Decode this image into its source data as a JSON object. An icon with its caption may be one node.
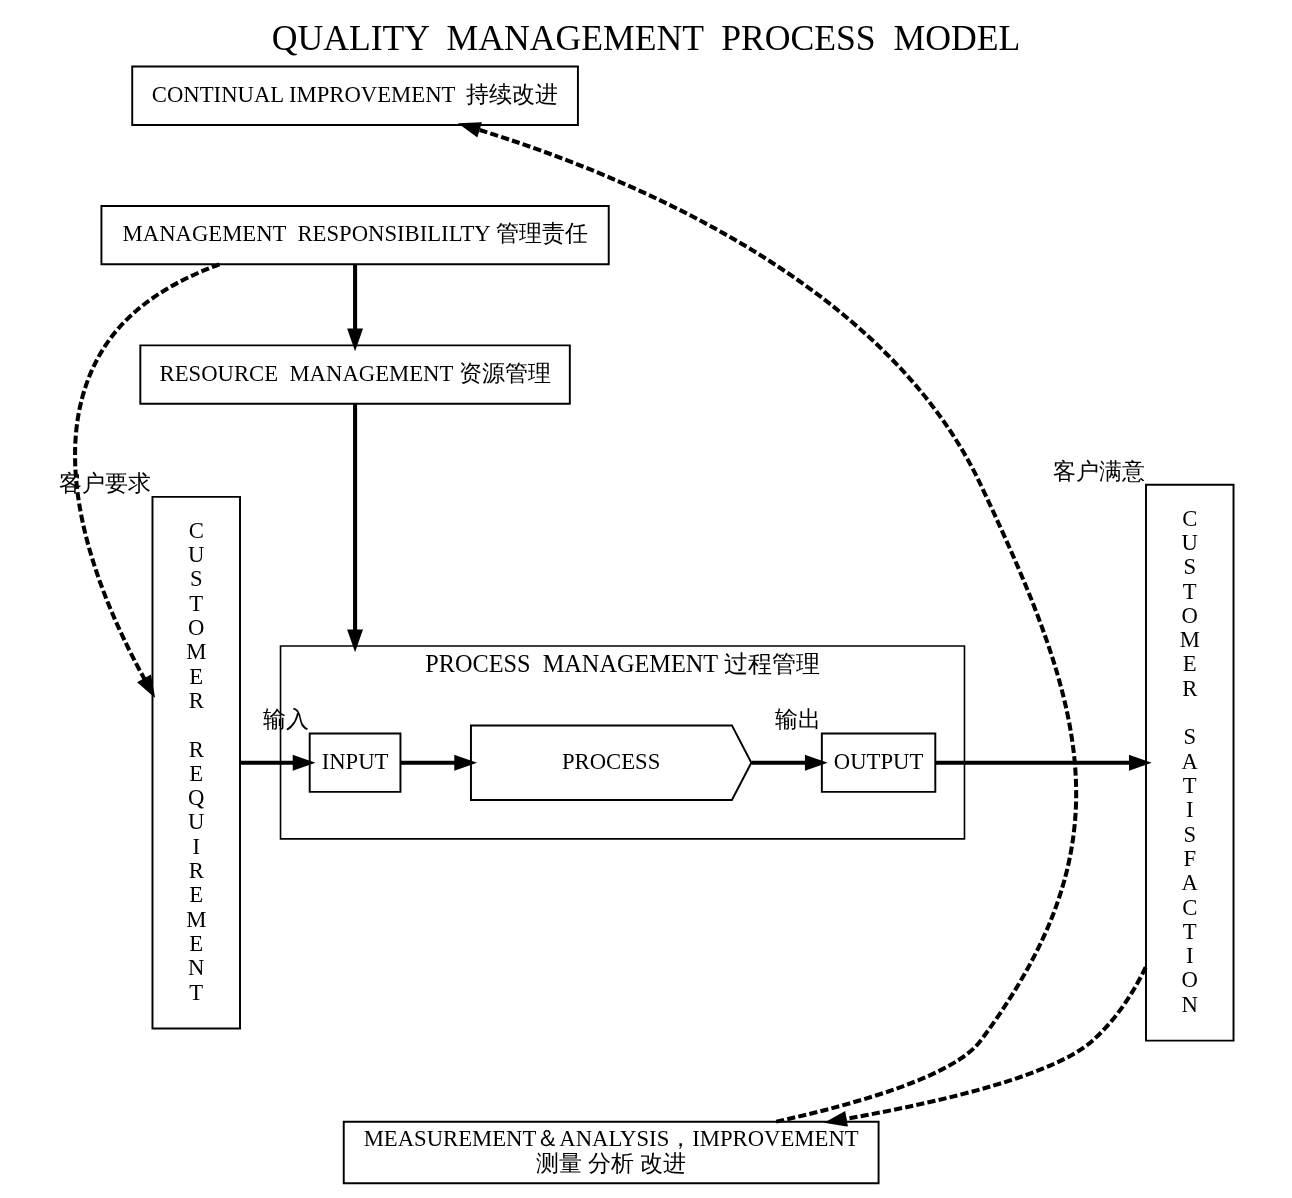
{
  "diagram": {
    "title": "QUALITY  MANAGEMENT  PROCESS  MODEL",
    "nodes": [
      {
        "text": [
          "CONTINUAL IMPROVEMENT  持续改进"
        ]
      },
      {
        "text": [
          "CUSTOMER REQUIREMENT"
        ],
        "beside": [
          "客户要求"
        ]
      },
      {
        "text": [
          "MANAGEMENT  RESPONSIBILILTY 管理责任"
        ]
      },
      {
        "text": [
          "RESOURCE  MANAGEMENT 资源管理"
        ]
      },
      {
        "text": [
          "PROCESS  MANAGEMENT 过程管理"
        ]
      },
      {
        "text": [
          "INPUT"
        ],
        "beside": [
          "输入"
        ],
        "in": 4
      },
      {
        "text": [
          "PROCESS"
        ],
        "in": 4
      },
      {
        "text": [
          "OUTPUT"
        ],
        "beside": [
          "输出"
        ],
        "in": 4
      },
      {
        "text": [
          "MEASUREMENT＆ANALYSIS，IMPROVEMENT",
          "测量 分析 改进"
        ]
      },
      {
        "text": [
          "CUSTOMER SATISFACTION"
        ],
        "beside": [
          "客户满意"
        ]
      }
    ],
    "edges": [
      {
        "from": 2,
        "to": 1,
        "arrow": "to",
        "style": "dashed"
      },
      {
        "from": 2,
        "to": 3,
        "arrow": "to"
      },
      {
        "from": 3,
        "to": 4,
        "arrow": "to"
      },
      {
        "from": 1,
        "to": 5,
        "arrow": "to"
      },
      {
        "from": 5,
        "to": 6,
        "arrow": "to"
      },
      {
        "from": 6,
        "to": 7,
        "arrow": "to"
      },
      {
        "from": 7,
        "to": 9,
        "arrow": "to"
      },
      {
        "from": 9,
        "to": 8,
        "arrow": "to",
        "style": "dashed"
      },
      {
        "from": 8,
        "to": 0,
        "arrow": "to",
        "style": "dashed"
      }
    ]
  }
}
